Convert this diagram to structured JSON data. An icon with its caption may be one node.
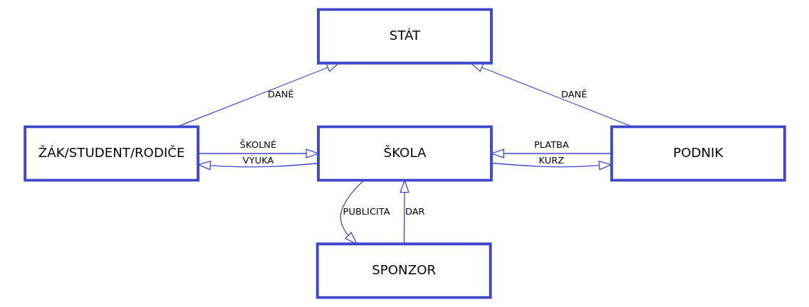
{
  "diagram": {
    "nodes": [
      {
        "text": [
          "STÁT"
        ]
      },
      {
        "text": [
          "ŽÁK/STUDENT/RODIČE"
        ]
      },
      {
        "text": [
          "ŠKOLA"
        ]
      },
      {
        "text": [
          "PODNIK"
        ]
      },
      {
        "text": [
          "SPONZOR"
        ]
      }
    ],
    "edges": [
      {
        "from": 1,
        "to": 0,
        "arrow": "to",
        "label": "DANĚ"
      },
      {
        "from": 3,
        "to": 0,
        "arrow": "to",
        "label": "DANĚ"
      },
      {
        "from": 1,
        "to": 2,
        "arrow": "to",
        "label": "ŠKOLNÉ"
      },
      {
        "from": 2,
        "to": 1,
        "arrow": "to",
        "label": "VÝUKA"
      },
      {
        "from": 2,
        "to": 3,
        "arrow": "to",
        "label": "KURZ"
      },
      {
        "from": 3,
        "to": 2,
        "arrow": "to",
        "label": "PLATBA"
      },
      {
        "from": 4,
        "to": 2,
        "arrow": "to",
        "label": "DAR"
      },
      {
        "from": 2,
        "to": 4,
        "arrow": "to",
        "label": "PUBLICITA"
      }
    ]
  }
}
